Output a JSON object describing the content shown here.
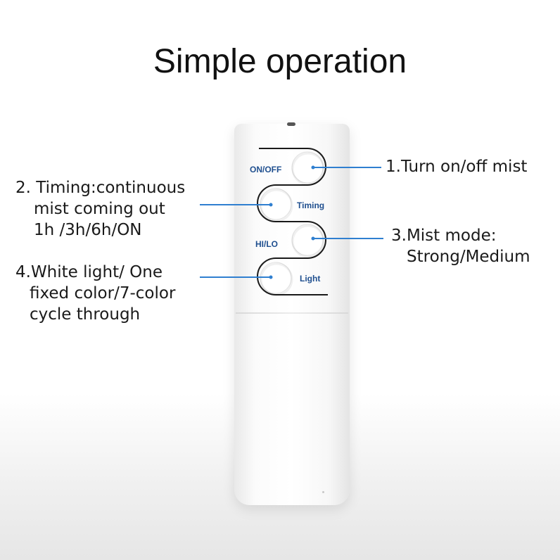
{
  "title": "Simple operation",
  "remote": {
    "buttons": {
      "on_off": "ON/OFF",
      "timing": "Timing",
      "hi_lo": "HI/LO",
      "light": "Light"
    }
  },
  "callouts": {
    "c1": {
      "lines": [
        "1.Turn on/off mist"
      ]
    },
    "c2": {
      "lines": [
        "2. Timing:continuous",
        "mist coming out",
        "1h /3h/6h/ON"
      ]
    },
    "c3": {
      "lines": [
        "3.Mist mode:",
        "Strong/Medium"
      ]
    },
    "c4": {
      "lines": [
        "4.White light/ One",
        "fixed color/7-color",
        "cycle through"
      ]
    }
  },
  "colors": {
    "pointer_line": "#2f7fd0",
    "button_text": "#1f4f8f",
    "snake_line": "#1a1a1a"
  }
}
